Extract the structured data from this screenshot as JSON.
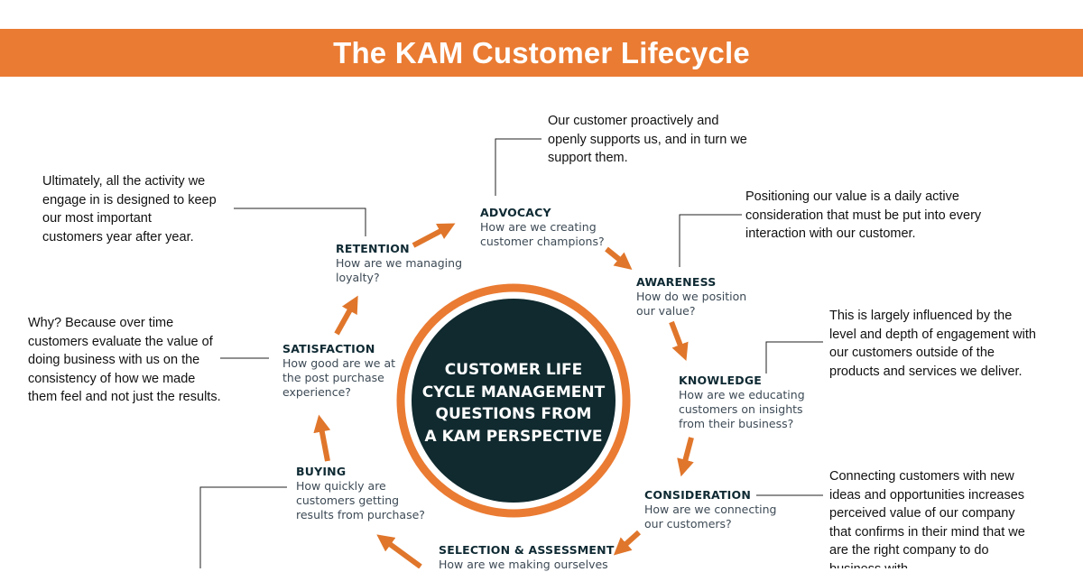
{
  "header": {
    "title": "The KAM Customer Lifecycle"
  },
  "center": {
    "lines": [
      "CUSTOMER LIFE",
      "CYCLE MANAGEMENT",
      "QUESTIONS FROM",
      "A KAM PERSPECTIVE"
    ]
  },
  "stages": {
    "advocacy": {
      "title": "ADVOCACY",
      "q": [
        "How are we creating",
        "customer champions?"
      ]
    },
    "awareness": {
      "title": "AWARENESS",
      "q": [
        "How do we position",
        "our value?"
      ]
    },
    "knowledge": {
      "title": "KNOWLEDGE",
      "q": [
        "How are we educating",
        "customers on insights",
        "from their business?"
      ]
    },
    "consideration": {
      "title": "CONSIDERATION",
      "q": [
        "How are we connecting",
        "our customers?"
      ]
    },
    "selection": {
      "title": "SELECTION & ASSESSMENT",
      "q": [
        "How are we making ourselves"
      ]
    },
    "buying": {
      "title": "BUYING",
      "q": [
        "How quickly are",
        "customers getting",
        "results from purchase?"
      ]
    },
    "satisfaction": {
      "title": "SATISFACTION",
      "q": [
        "How good are we at",
        "the post purchase",
        "experience?"
      ]
    },
    "retention": {
      "title": "RETENTION",
      "q": [
        "How are we managing",
        "loyalty?"
      ]
    }
  },
  "notes": {
    "advocacy": [
      "Our customer proactively and",
      "openly supports us, and in turn we",
      "support them."
    ],
    "awareness": [
      "Positioning our value is a daily active",
      "consideration that must be put into every",
      "interaction with our customer."
    ],
    "knowledge": [
      "This is largely influenced by the",
      "level and depth of engagement with",
      "our customers outside of the",
      "products and services we deliver."
    ],
    "consideration": [
      "Connecting customers with new",
      "ideas and opportunities increases",
      "perceived value of our company",
      "that confirms in their mind that we",
      "are the right company to do",
      "business with"
    ],
    "retention": [
      "Ultimately, all the activity we",
      "engage in is designed to keep",
      "our most important",
      "customers year after year."
    ],
    "satisfaction": [
      "Why? Because over time",
      "customers evaluate the value of",
      "doing business with us on the",
      "consistency of how we made",
      "them feel and not just the results."
    ]
  },
  "colors": {
    "accent": "#ea7b32",
    "circle_fill": "#102a2f",
    "arrow": "#e0762b",
    "stage_title": "#0f2a33"
  }
}
